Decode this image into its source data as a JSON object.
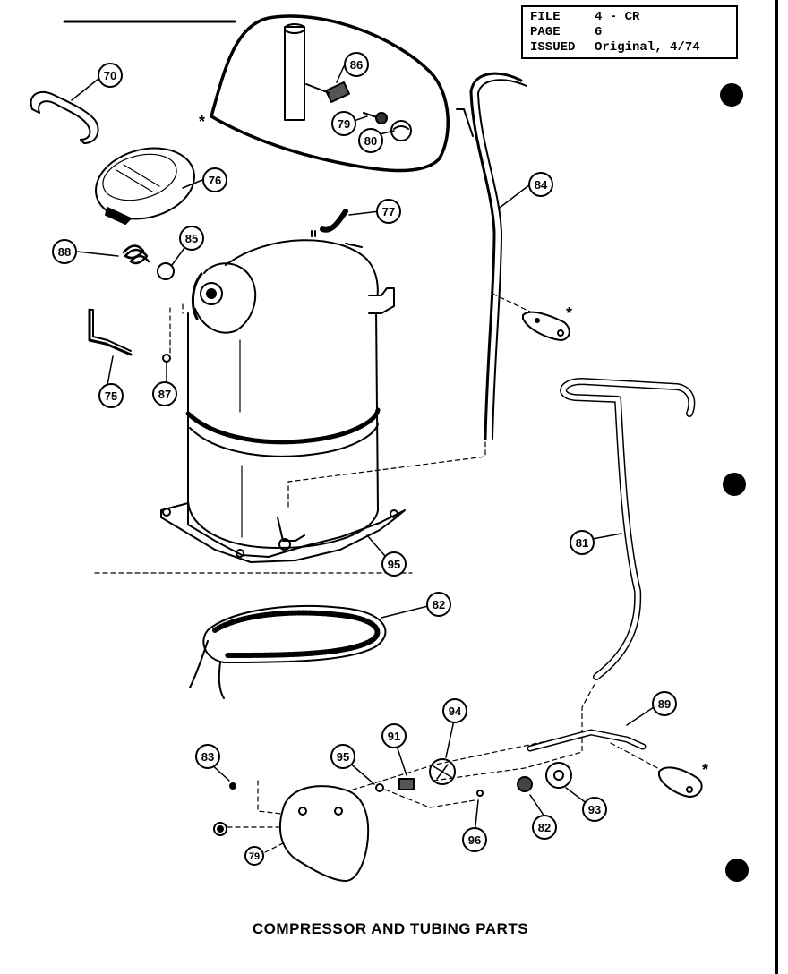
{
  "title_block": {
    "file_label": "FILE",
    "file_value": "4 - CR",
    "page_label": "PAGE",
    "page_value": "6",
    "issued_label": "ISSUED",
    "issued_value": "Original, 4/74"
  },
  "caption": "COMPRESSOR AND TUBING PARTS",
  "asterisk": "*",
  "callouts": [
    "70",
    "86",
    "79",
    "80",
    "76",
    "77",
    "88",
    "85",
    "75",
    "87",
    "84",
    "81",
    "95",
    "82",
    "83",
    "95",
    "91",
    "94",
    "89",
    "82",
    "93",
    "96",
    "79"
  ]
}
